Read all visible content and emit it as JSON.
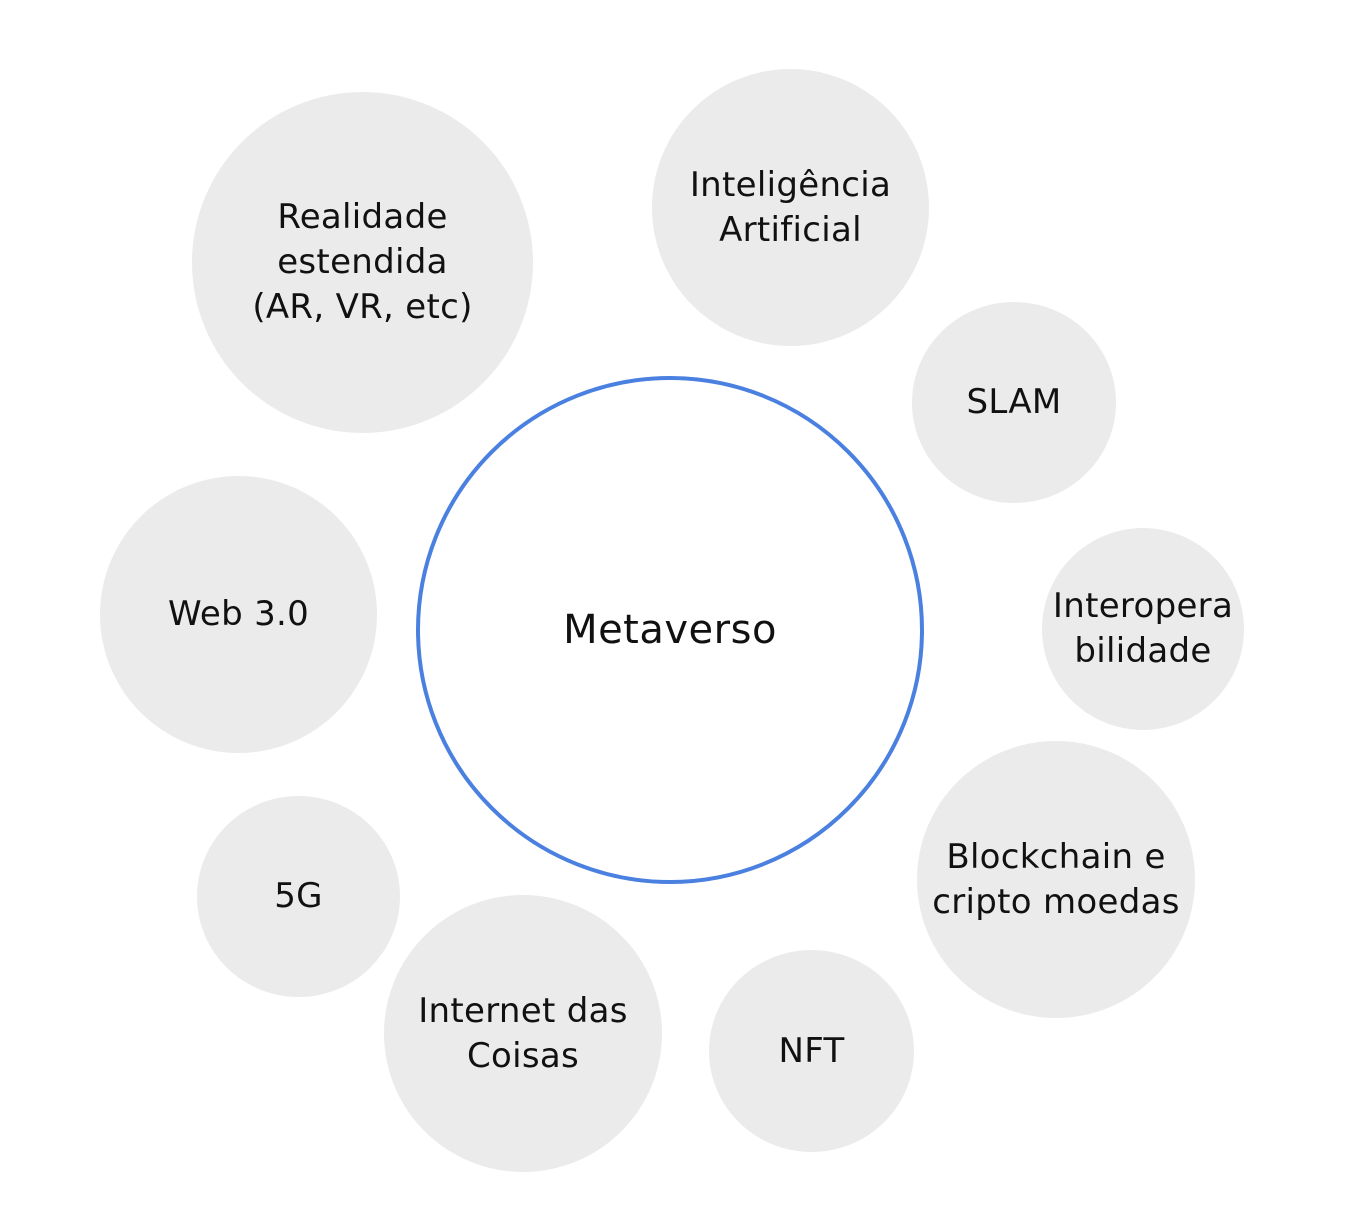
{
  "center": {
    "label": "Metaverso",
    "border_color": "#4a80e0"
  },
  "bubble_color": "#ebebeb",
  "bubbles": {
    "realidade": {
      "label": "Realidade\nestendida\n(AR, VR, etc)"
    },
    "ia": {
      "label": "Inteligência\nArtificial"
    },
    "slam": {
      "label": "SLAM"
    },
    "interop": {
      "label": "Interopera\nbilidade"
    },
    "blockchain": {
      "label": "Blockchain e\ncripto moedas"
    },
    "nft": {
      "label": "NFT"
    },
    "iot": {
      "label": "Internet das\nCoisas"
    },
    "g5": {
      "label": "5G"
    },
    "web3": {
      "label": "Web 3.0"
    }
  }
}
